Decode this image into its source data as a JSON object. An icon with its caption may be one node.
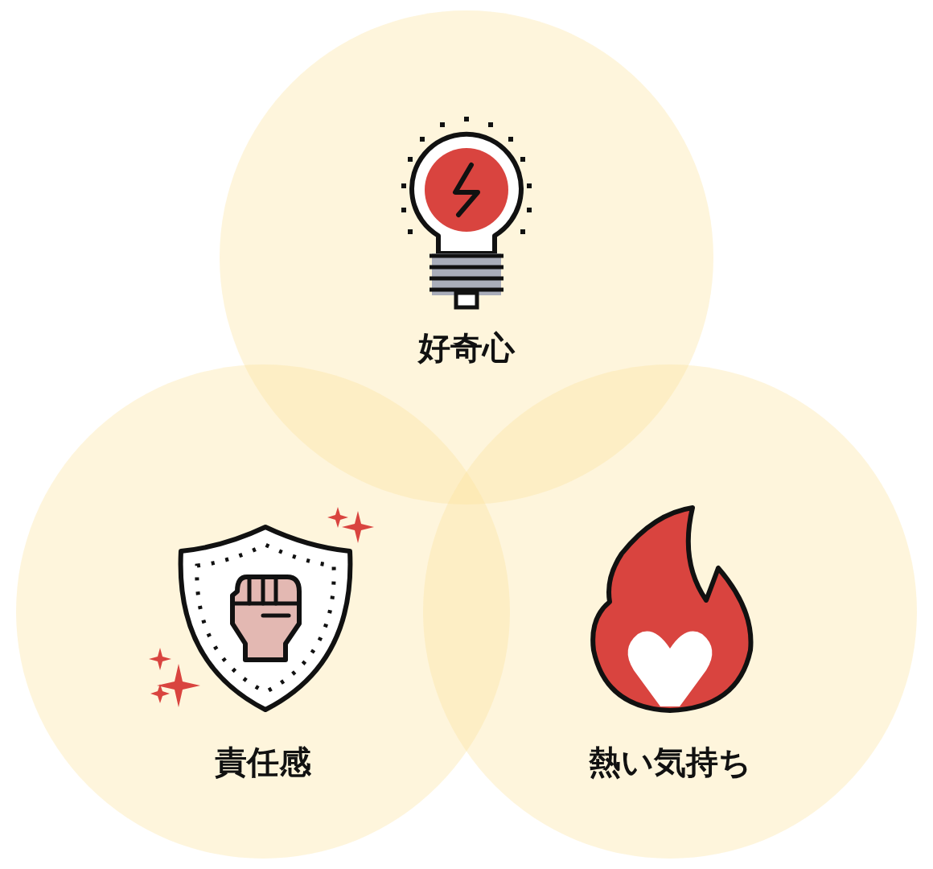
{
  "diagram": {
    "nodes": [
      {
        "text": [
          "好奇心"
        ]
      },
      {
        "text": [
          "責任感"
        ]
      },
      {
        "text": [
          "熱い気持ち"
        ]
      }
    ]
  }
}
